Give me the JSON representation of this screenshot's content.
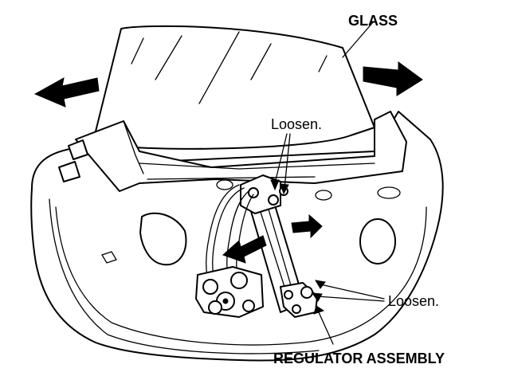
{
  "labels": {
    "glass": "GLASS",
    "loosen_top": "Loosen.",
    "loosen_right": "Loosen.",
    "regulator_assembly": "REGULATOR ASSEMBLY"
  },
  "colors": {
    "ink": "#000000",
    "paper": "#ffffff"
  }
}
